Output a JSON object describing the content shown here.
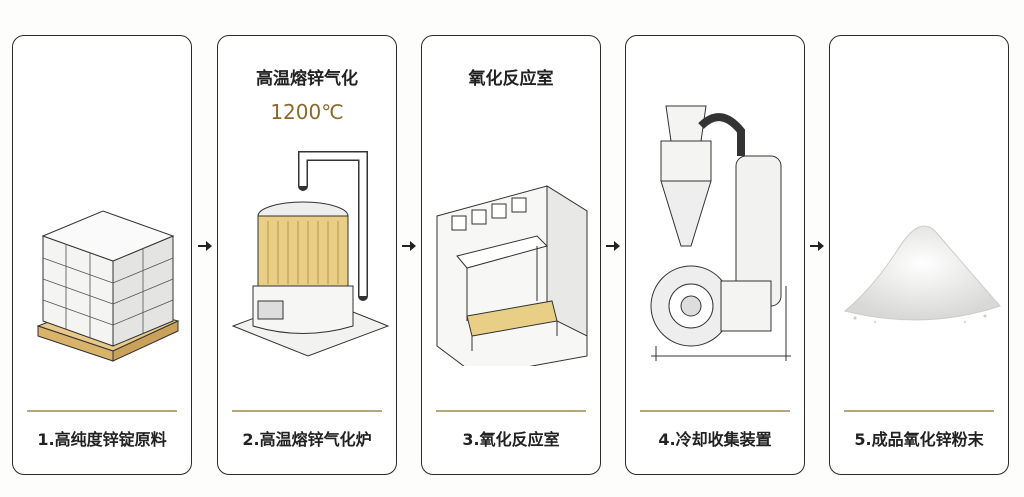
{
  "steps": [
    {
      "label": "1.高纯度锌锭原料",
      "icon": "zinc-ingot-pallet"
    },
    {
      "title": "高温熔锌气化",
      "temperature": "1200℃",
      "label": "2.高温熔锌气化炉",
      "icon": "furnace"
    },
    {
      "title": "氧化反应室",
      "label": "3.氧化反应室",
      "icon": "oxidation-chamber"
    },
    {
      "label": "4.冷却收集装置",
      "icon": "cyclone-collector"
    },
    {
      "label": "5.成品氧化锌粉末",
      "icon": "powder-pile"
    }
  ],
  "colors": {
    "accent": "#8a6a2c",
    "divider": "#b9a57a",
    "border": "#2a2a2a"
  }
}
